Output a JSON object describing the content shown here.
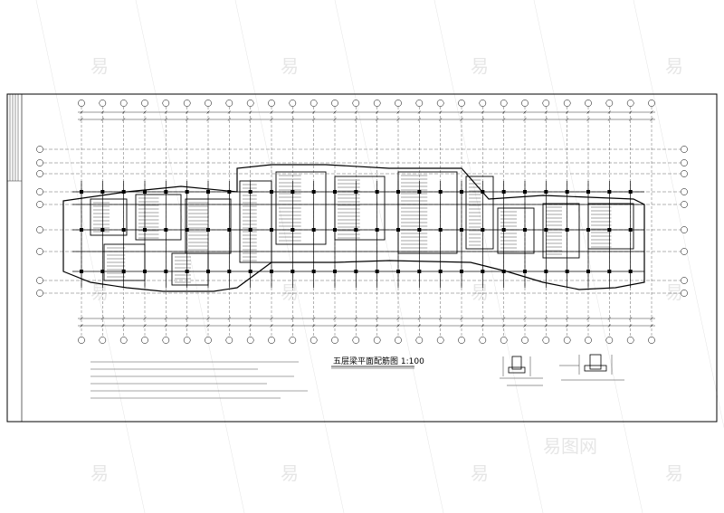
{
  "drawing": {
    "title": "五层梁平面配筋图 1:100",
    "numbered_axis_count": 28,
    "lettered_axis_count": 9
  },
  "watermark": {
    "glyph": "易",
    "logo_text": "易图网"
  },
  "colors": {
    "line": "#000000",
    "paper": "#ffffff",
    "watermark": "#e3e3e3"
  }
}
